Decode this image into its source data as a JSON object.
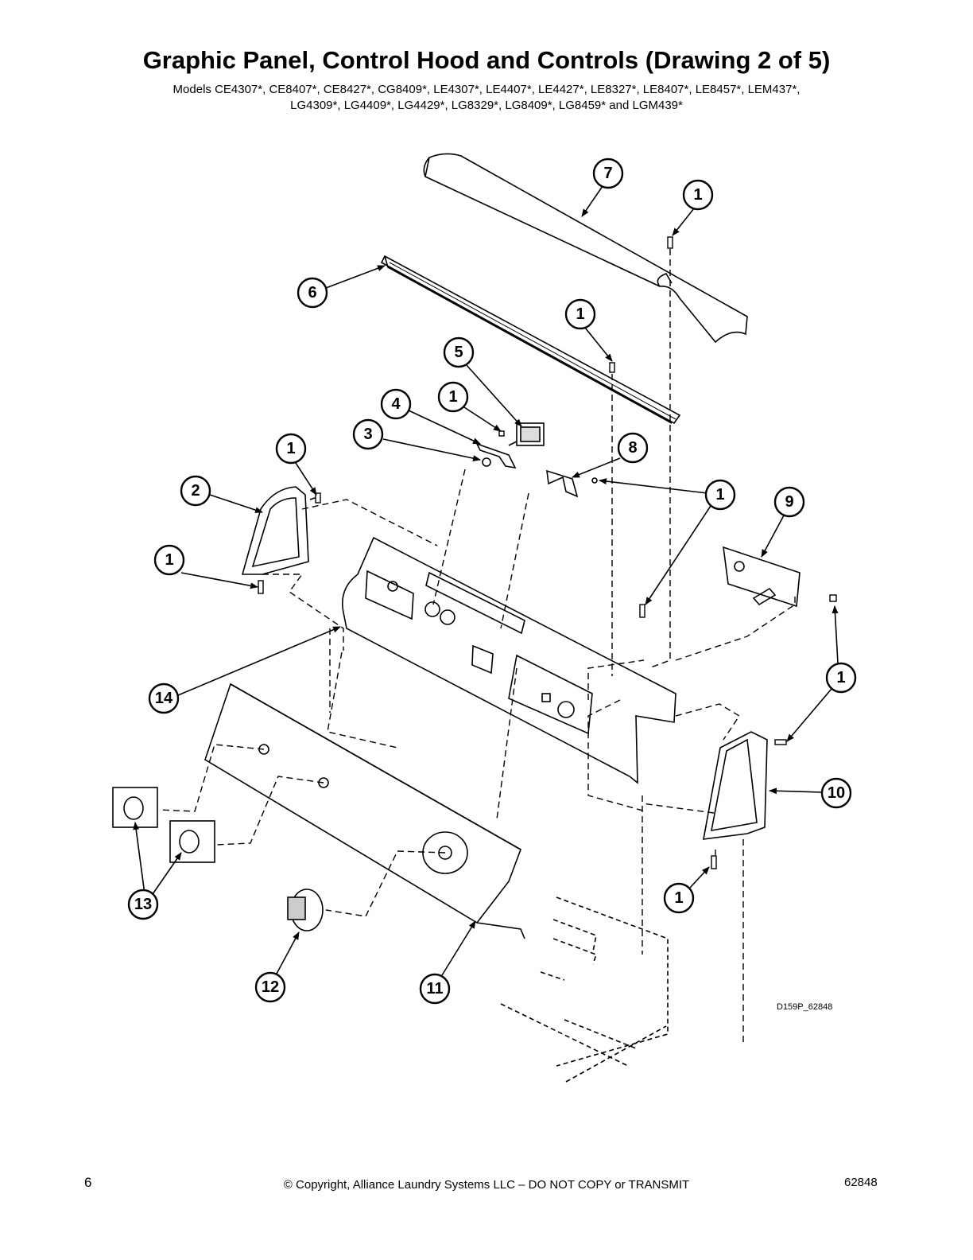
{
  "header": {
    "title": "Graphic Panel, Control Hood and Controls (Drawing 2 of 5)",
    "models_line1": "Models CE4307*, CE8407*, CE8427*, CG8409*, LE4307*, LE4407*, LE4427*, LE8327*, LE8407*, LE8457*, LEM437*,",
    "models_line2": "LG4309*, LG4409*, LG4429*, LG8329*, LG8409*, LG8459* and LGM439*"
  },
  "diagram": {
    "drawing_code": "D159P_62848",
    "callouts": {
      "c7": "7",
      "c1a": "1",
      "c6": "6",
      "c1b": "1",
      "c5": "5",
      "c4": "4",
      "c1c": "1",
      "c3": "3",
      "c8": "8",
      "c1d": "1",
      "c2": "2",
      "c1e": "1",
      "c9": "9",
      "c1f": "1",
      "c14": "14",
      "c1g": "1",
      "c10": "10",
      "c1h": "1",
      "c13": "13",
      "c12": "12",
      "c11": "11"
    }
  },
  "footer": {
    "page_number": "6",
    "copyright": "© Copyright, Alliance Laundry Systems LLC – DO NOT COPY or TRANSMIT",
    "document_number": "62848"
  }
}
